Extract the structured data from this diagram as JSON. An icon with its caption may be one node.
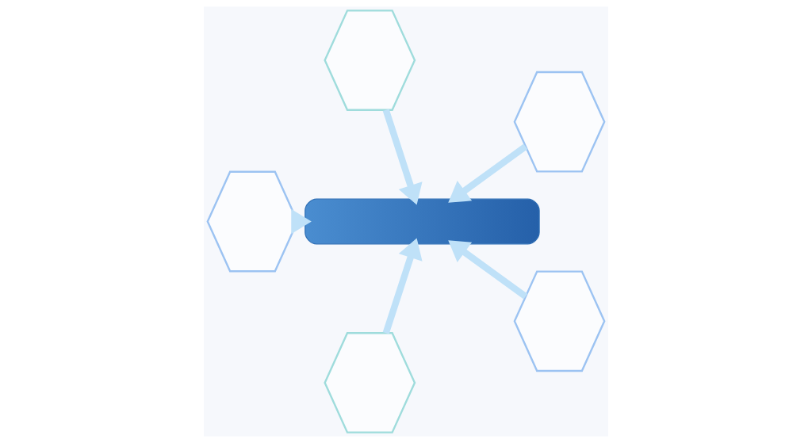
{
  "diagram": {
    "nodes": [
      {
        "text": [],
        "shape": "hexagon"
      },
      {
        "text": [],
        "shape": "hexagon"
      },
      {
        "text": [],
        "shape": "bar"
      },
      {
        "text": [],
        "shape": "hexagon"
      },
      {
        "text": [],
        "shape": "hexagon"
      },
      {
        "text": [],
        "shape": "hexagon"
      }
    ],
    "edges": [
      {
        "from": 0,
        "to": 2,
        "arrow": "to"
      },
      {
        "from": 1,
        "to": 2,
        "arrow": "to"
      },
      {
        "from": 3,
        "to": 2,
        "arrow": "to"
      },
      {
        "from": 4,
        "to": 2,
        "arrow": "to"
      },
      {
        "from": 5,
        "to": 2,
        "arrow": "to"
      }
    ]
  }
}
